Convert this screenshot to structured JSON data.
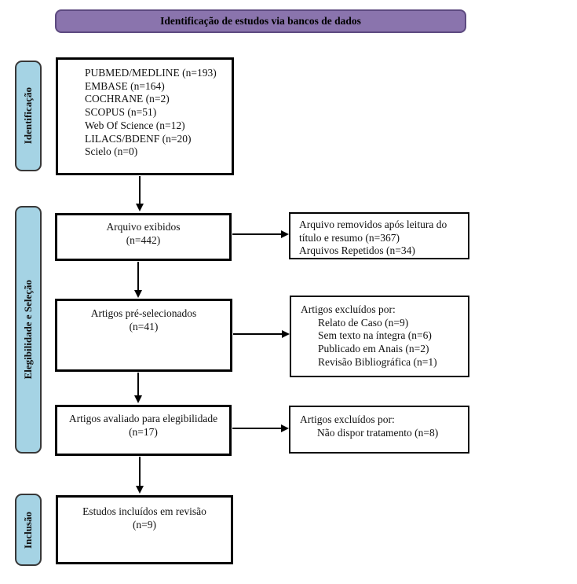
{
  "header": {
    "title": "Identificação de estudos via bancos de dados"
  },
  "sidebar": {
    "identification_label": "Identificação",
    "eligibility_label": "Elegibilidade e Seleção",
    "inclusion_label": "Inclusão"
  },
  "flow": {
    "databases": {
      "lines": [
        "PUBMED/MEDLINE (n=193)",
        "EMBASE (n=164)",
        "COCHRANE (n=2)",
        "SCOPUS (n=51)",
        "Web Of Science (n=12)",
        "LILACS/BDENF (n=20)",
        "Scielo (n=0)"
      ]
    },
    "records_screened": {
      "title": "Arquivo exibidos",
      "count": "(n=442)"
    },
    "records_removed": {
      "lines": [
        "Arquivo removidos após leitura do título e resumo (n=367)",
        "Arquivos Repetidos (n=34)"
      ]
    },
    "preselected": {
      "title": "Artigos pré-selecionados",
      "count": "(n=41)"
    },
    "excluded_preselection": {
      "heading": "Artigos excluídos por:",
      "items": [
        "Relato de Caso (n=9)",
        "Sem texto na íntegra (n=6)",
        "Publicado em Anais (n=2)",
        "Revisão Bibliográfica (n=1)"
      ]
    },
    "assessed": {
      "title": "Artigos avaliado para elegibilidade",
      "count": "(n=17)"
    },
    "excluded_assessment": {
      "heading": "Artigos excluídos por:",
      "items": [
        "Não dispor tratamento (n=8)"
      ]
    },
    "included": {
      "title": "Estudos incluídos em revisão",
      "count": "(n=9)"
    }
  },
  "colors": {
    "banner_fill": "#8a74ad",
    "banner_border": "#5d4a80",
    "stage_fill": "#a5d3e4",
    "stage_border": "#383838",
    "box_border": "#000000",
    "background": "#ffffff"
  }
}
